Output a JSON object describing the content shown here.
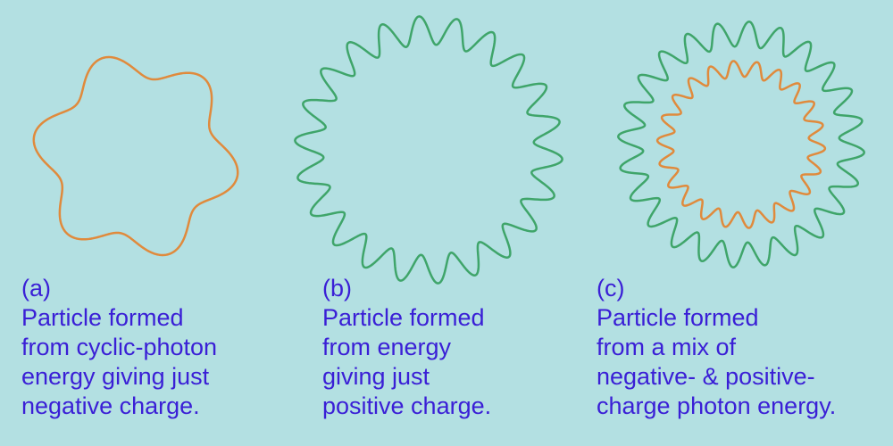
{
  "colors": {
    "background": "#b3e0e2",
    "negative_wave": "#e08a3c",
    "positive_wave": "#3fa56a",
    "caption_text": "#3a1fd6"
  },
  "particles": [
    {
      "label": "(a)",
      "lines": [
        "Particle formed",
        "from cyclic-photon",
        "energy giving just",
        "negative charge."
      ],
      "waves": [
        {
          "charge": "negative",
          "color": "#e08a3c",
          "lobes": 6
        }
      ]
    },
    {
      "label": "(b)",
      "lines": [
        "Particle formed",
        "from energy",
        "giving just",
        "positive charge."
      ],
      "waves": [
        {
          "charge": "positive",
          "color": "#3fa56a",
          "lobes": 22
        }
      ]
    },
    {
      "label": "(c)",
      "lines": [
        "Particle formed",
        "from a mix of",
        "negative- & positive-",
        "charge photon energy."
      ],
      "waves": [
        {
          "charge": "positive",
          "color": "#3fa56a",
          "lobes": 24
        },
        {
          "charge": "negative",
          "color": "#e08a3c",
          "lobes": 22
        }
      ]
    }
  ]
}
